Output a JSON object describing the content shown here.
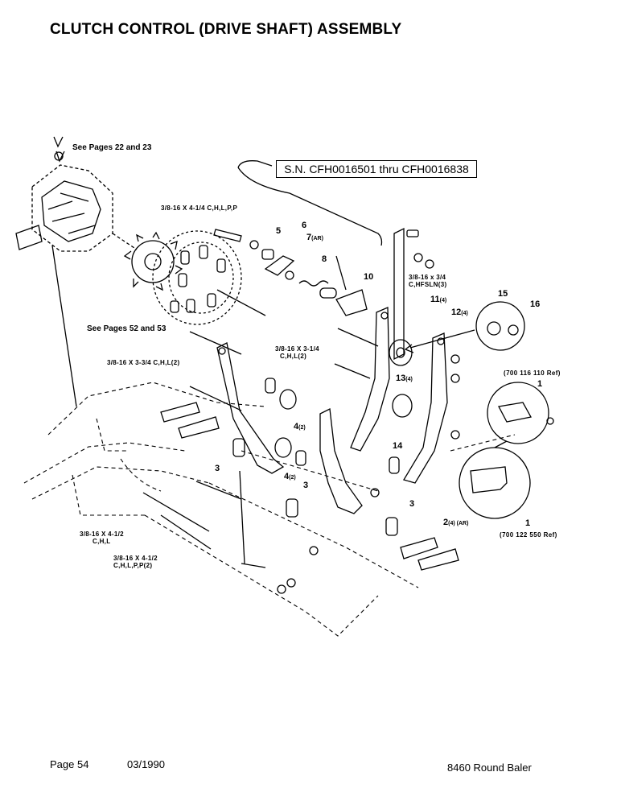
{
  "title": "CLUTCH CONTROL (DRIVE SHAFT) ASSEMBLY",
  "serial_box": "S.N. CFH0016501 thru CFH0016838",
  "see_pages": {
    "top": "See Pages 22 and 23",
    "sprocket": "See Pages 52 and 53"
  },
  "bolt_labels": {
    "b1": "3/8-16 X 4-1/4 C,H,L,P,P",
    "b2": "3/8-16 X 3-3/4 C,H,L(2)",
    "b3_line1": "3/8-16 X 3-1/4",
    "b3_line2": "C,H,L(2)",
    "b4_line1": "3/8-16 x 3/4",
    "b4_line2": "C,HFSLN(3)",
    "b5_line1": "3/8-16 X 4-1/2",
    "b5_line2": "C,H,L",
    "b6_line1": "3/8-16 X 4-1/2",
    "b6_line2": "C,H,L,P,P(2)"
  },
  "callouts": {
    "c5": "5",
    "c6": "6",
    "c7": "7",
    "c7_qty": "(AR)",
    "c8": "8",
    "c10": "10",
    "c11": "11",
    "c11_qty": "(4)",
    "c12": "12",
    "c12_qty": "(4)",
    "c13": "13",
    "c13_qty": "(4)",
    "c14": "14",
    "c15": "15",
    "c16": "16",
    "c4a": "4",
    "c4a_qty": "(2)",
    "c4b": "4",
    "c4b_qty": "(2)",
    "c3a": "3",
    "c3b": "3",
    "c3c": "3",
    "c2": "2",
    "c2_qty": "(4) (AR)",
    "c1a": "1",
    "c1b": "1"
  },
  "refs": {
    "r1": "(700 116 110 Ref)",
    "r2": "(700 122 550 Ref)"
  },
  "footer": {
    "page": "Page 54",
    "date": "03/1990",
    "model": "8460 Round Baler"
  }
}
